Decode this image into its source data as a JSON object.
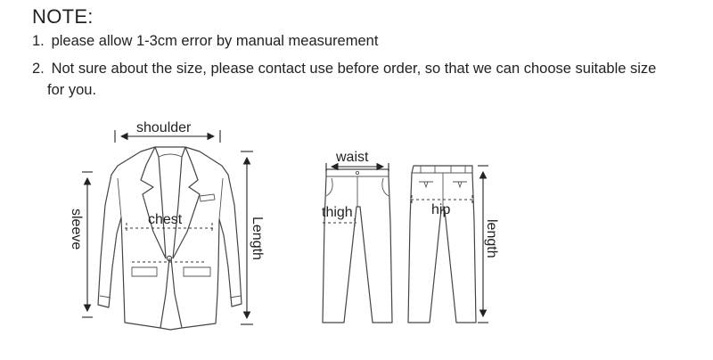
{
  "note": {
    "title": "NOTE:",
    "items": [
      {
        "num": "1.",
        "text": "please allow 1-3cm error by manual measurement"
      },
      {
        "num": "2.",
        "text": "Not sure about the size, please contact use before order, so that we can choose suitable size",
        "continuation": "for you."
      }
    ]
  },
  "jacket": {
    "labels": {
      "shoulder": "shoulder",
      "chest": "chest",
      "sleeve": "sleeve",
      "length": "Length"
    }
  },
  "pants": {
    "labels": {
      "waist": "waist",
      "thigh": "thigh",
      "hip": "hip",
      "length": "length"
    }
  }
}
